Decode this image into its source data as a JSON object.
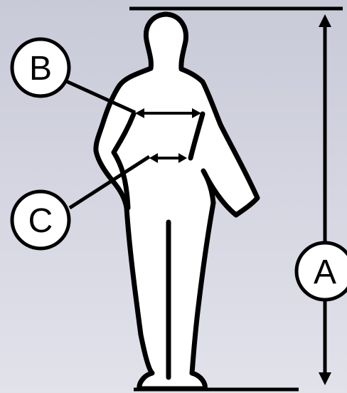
{
  "diagram": {
    "background": {
      "top": "#c9cad8",
      "bottom": "#e1e2ea"
    },
    "stroke_color": "#000000",
    "figure_fill": "#ffffff",
    "labels": {
      "height": "A",
      "chest": "B",
      "waist": "C"
    }
  }
}
